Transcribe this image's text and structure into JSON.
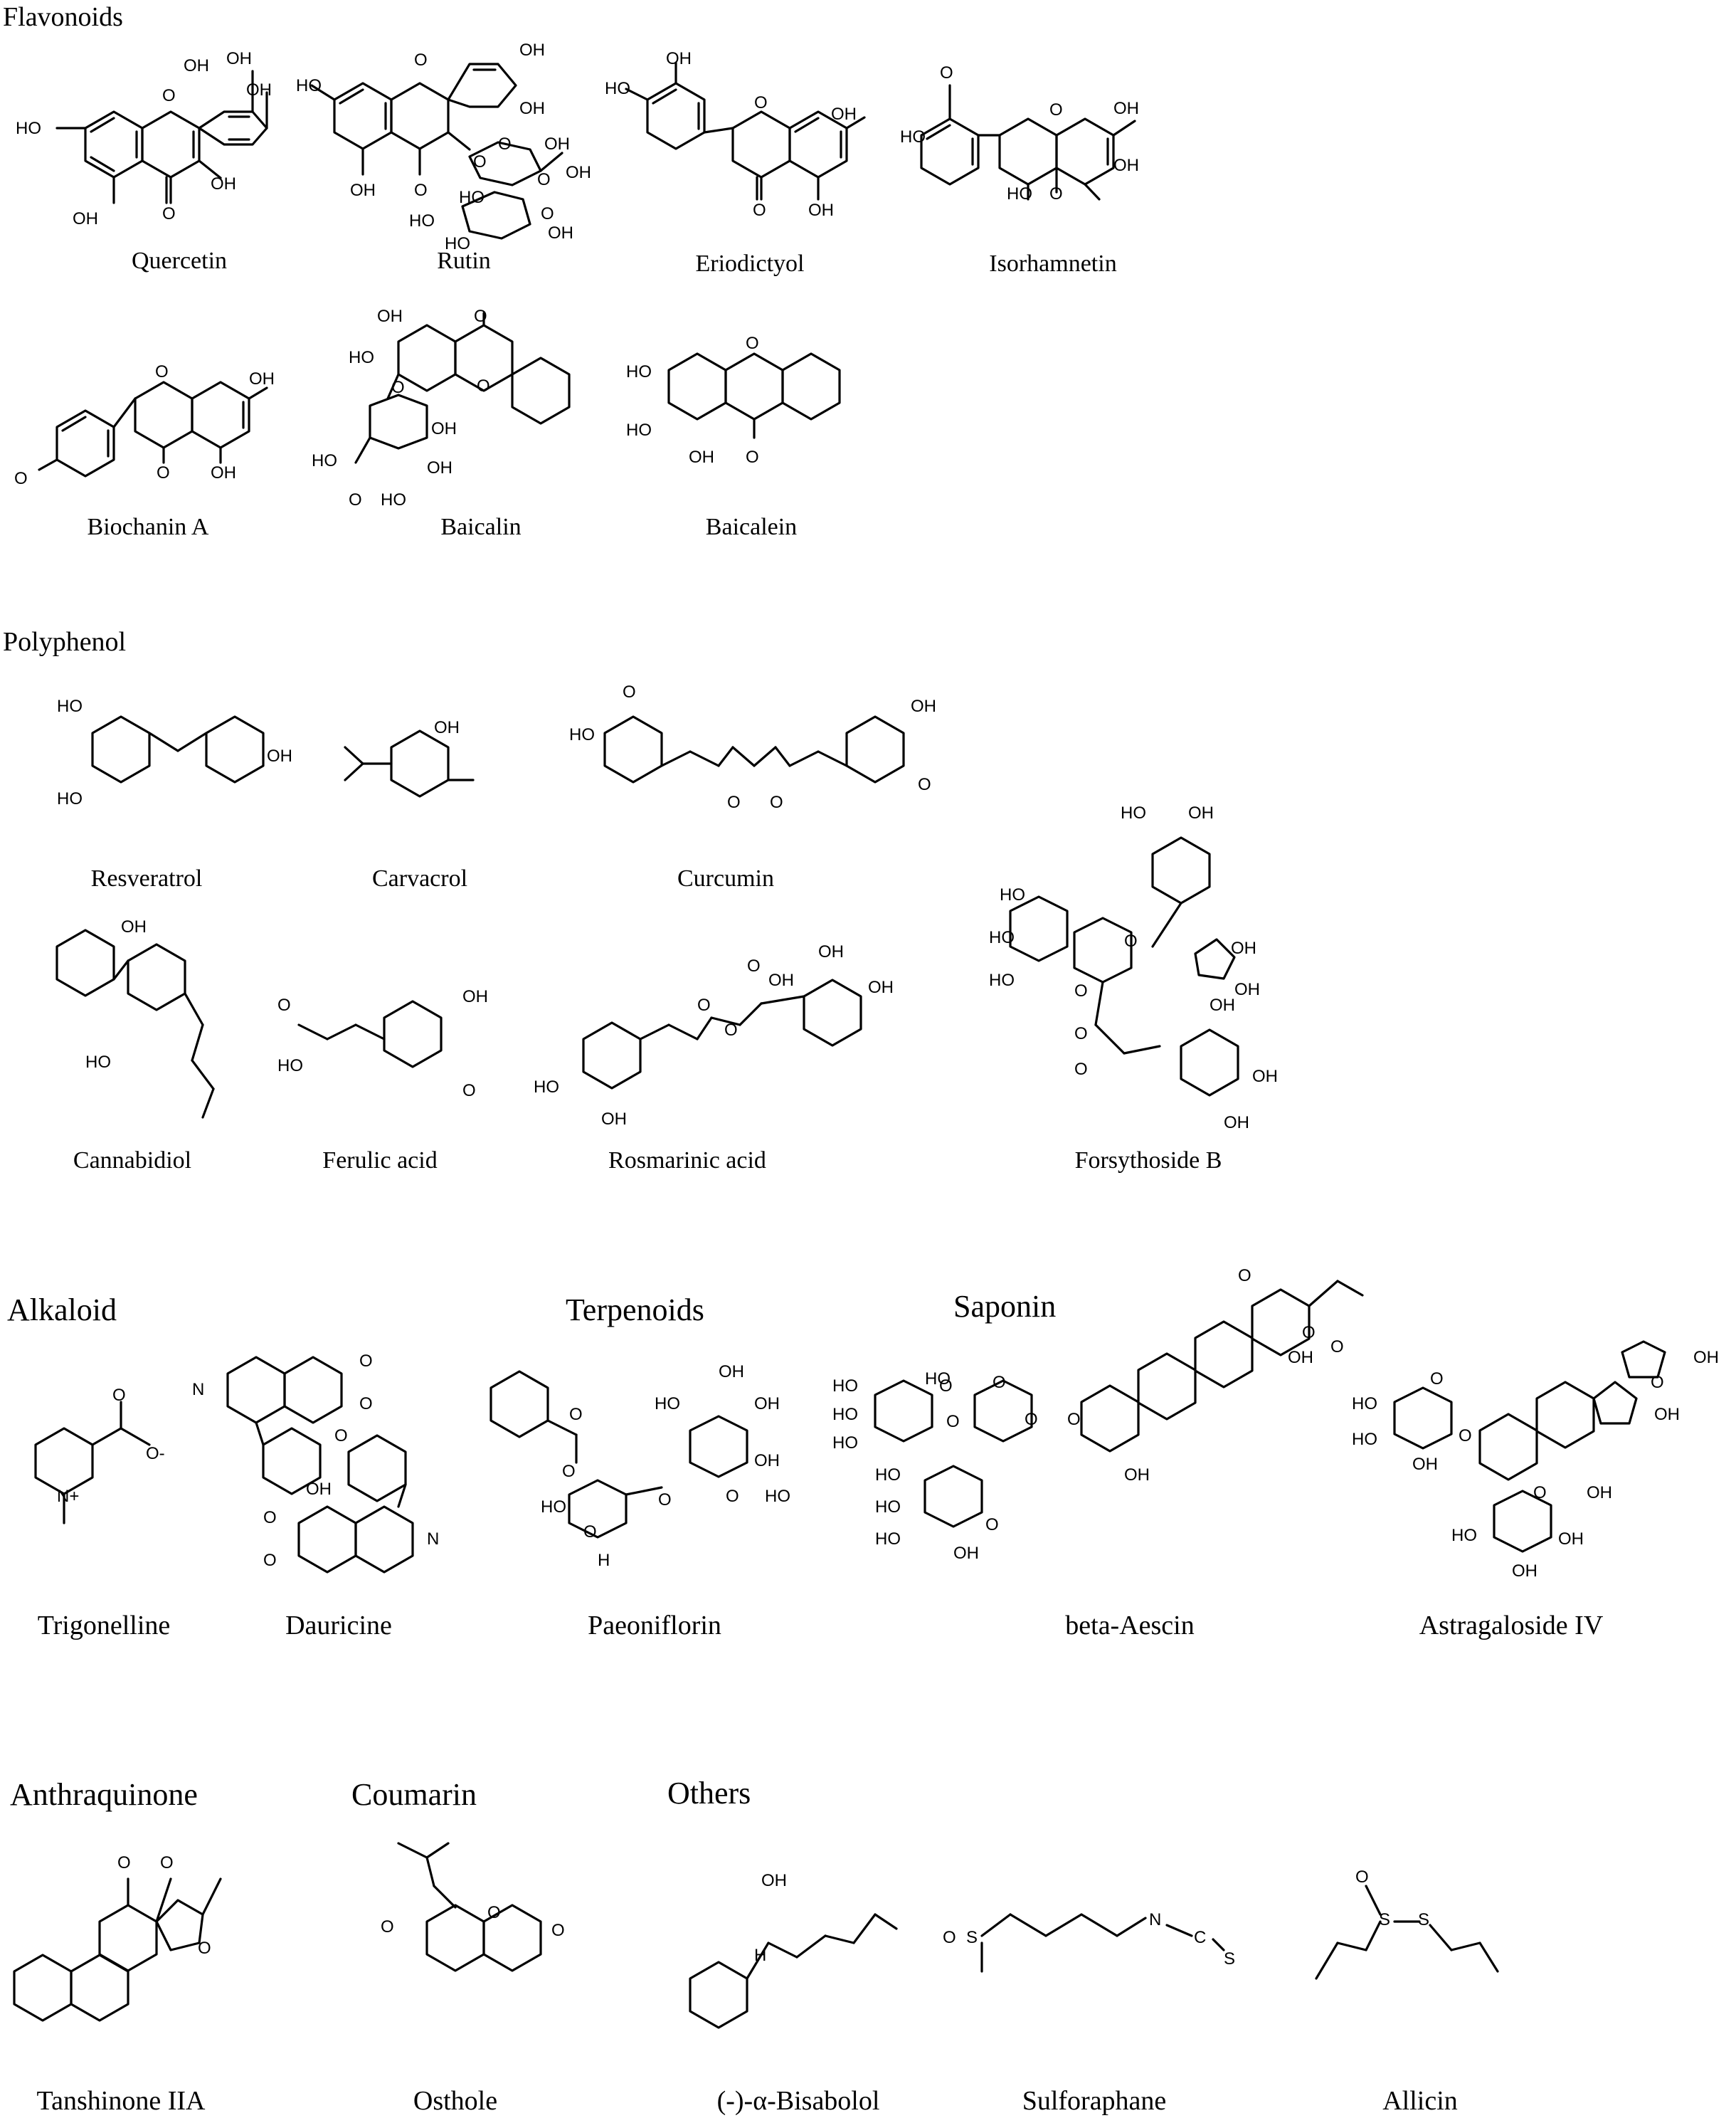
{
  "sections": {
    "flavonoids": "Flavonoids",
    "polyphenol": "Polyphenol",
    "alkaloid": "Alkaloid",
    "terpenoids": "Terpenoids",
    "saponin": "Saponin",
    "anthraquinone": "Anthraquinone",
    "coumarin": "Coumarin",
    "others": "Others"
  },
  "compounds": {
    "quercetin": "Quercetin",
    "rutin": "Rutin",
    "eriodictyol": "Eriodictyol",
    "isorhamnetin": "Isorhamnetin",
    "biochanin_a": "Biochanin A",
    "baicalin": "Baicalin",
    "baicalein": "Baicalein",
    "resveratrol": "Resveratrol",
    "carvacrol": "Carvacrol",
    "curcumin": "Curcumin",
    "forsythoside_b": "Forsythoside B",
    "cannabidiol": "Cannabidiol",
    "ferulic_acid": "Ferulic acid",
    "rosmarinic_acid": "Rosmarinic acid",
    "trigonelline": "Trigonelline",
    "dauricine": "Dauricine",
    "paeoniflorin": "Paeoniflorin",
    "beta_aescin": "beta-Aescin",
    "astragaloside_iv": "Astragaloside IV",
    "tanshinone_iia": "Tanshinone IIA",
    "osthole": "Osthole",
    "bisabolol": "(-)-α-Bisabolol",
    "sulforaphane": "Sulforaphane",
    "allicin": "Allicin"
  },
  "atom_labels": {
    "oh": "OH",
    "ho": "HO",
    "o": "O",
    "n": "N",
    "s": "S",
    "c": "C",
    "h": "H",
    "o_minus": "O-",
    "n_plus": "N+"
  }
}
